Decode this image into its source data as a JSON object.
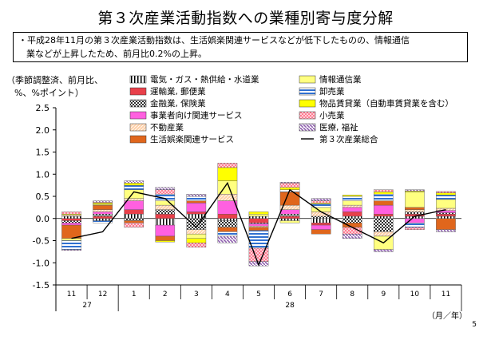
{
  "title": "第３次産業活動指数への業種別寄与度分解",
  "note": {
    "line1": "・平成28年11月の第３次産業活動指数は、生活娯楽関連サービスなどが低下したものの、情報通信",
    "line2": "業などが上昇したため、前月比0.2%の上昇。"
  },
  "unit_label": {
    "line1": "（季節調整済、前月比、",
    "line2": "%、%ポイント）"
  },
  "axis_unit": "（月／年）",
  "page_number": "5",
  "colors": {
    "electric": "#ffffff",
    "transport": "#e8404a",
    "finance": "#303030",
    "business": "#ff60e0",
    "realestate": "#ffd0a8",
    "entertainment": "#e0661c",
    "info": "#ffff80",
    "wholesale": "#3070d0",
    "goods_rental": "#ffff00",
    "retail": "#ff4060",
    "medical": "#9060b0",
    "line": "#000000",
    "axis": "#000000"
  },
  "chart_data": {
    "type": "bar",
    "stacked": true,
    "ylim": [
      -1.5,
      2.5
    ],
    "yticks": [
      "2.5",
      "2.0",
      "1.5",
      "1.0",
      "0.5",
      "0.0",
      "-0.5",
      "-1.0",
      "-1.5"
    ],
    "grid": false,
    "legend_position": "top",
    "categories": [
      "11",
      "12",
      "1",
      "2",
      "3",
      "4",
      "5",
      "6",
      "7",
      "8",
      "9",
      "10",
      "11"
    ],
    "year_labels": [
      {
        "label": "27",
        "start": 0,
        "end": 1
      },
      {
        "label": "28",
        "start": 2,
        "end": 12
      }
    ],
    "series": [
      {
        "name": "電気・ガス・熱供給・水道業",
        "key": "electric",
        "pattern": "vstripe",
        "values": [
          0.05,
          -0.05,
          0.1,
          -0.15,
          0.1,
          -0.05,
          0.05,
          -0.05,
          -0.1,
          0.05,
          0.05,
          0.05,
          0.05
        ]
      },
      {
        "name": "運輸業, 郵便業",
        "key": "transport",
        "pattern": "solid",
        "values": [
          -0.05,
          0.05,
          0.1,
          0.1,
          0.05,
          0.1,
          -0.1,
          0.05,
          -0.05,
          0.1,
          0.05,
          0.05,
          0.05
        ]
      },
      {
        "name": "金融業, 保険業",
        "key": "finance",
        "pattern": "check",
        "values": [
          -0.05,
          0.05,
          -0.05,
          0.1,
          -0.25,
          -0.15,
          -0.02,
          0.05,
          0.05,
          -0.1,
          -0.3,
          0.05,
          0.03
        ]
      },
      {
        "name": "事業者向け関連サービス",
        "key": "business",
        "pattern": "solid",
        "values": [
          -0.05,
          0.05,
          0.2,
          -0.25,
          0.2,
          0.3,
          -0.05,
          0.1,
          -0.1,
          0.1,
          0.2,
          -0.1,
          0.05
        ]
      },
      {
        "name": "不動産業",
        "key": "realestate",
        "pattern": "diag",
        "values": [
          0.03,
          0.05,
          0.05,
          0.1,
          -0.1,
          0.15,
          -0.03,
          0.1,
          0.1,
          0.05,
          -0.1,
          0.05,
          0.05
        ]
      },
      {
        "name": "生活娯楽関連サービス",
        "key": "entertainment",
        "pattern": "solid",
        "values": [
          -0.3,
          0.1,
          -0.05,
          -0.1,
          0.05,
          -0.1,
          -0.07,
          0.3,
          -0.1,
          -0.1,
          0.1,
          0.05,
          -0.25
        ]
      },
      {
        "name": "情報通信業",
        "key": "info",
        "pattern": "solid",
        "values": [
          -0.05,
          0.02,
          0.2,
          0.1,
          -0.1,
          0.3,
          0.05,
          -0.05,
          0.1,
          0.1,
          -0.3,
          0.35,
          0.2
        ]
      },
      {
        "name": "卸売業",
        "key": "wholesale",
        "pattern": "hstripe",
        "values": [
          -0.2,
          -0.05,
          0.1,
          0.15,
          0.1,
          -0.1,
          -0.4,
          0.05,
          0.08,
          0.1,
          0.15,
          -0.1,
          0.1
        ]
      },
      {
        "name": "物品賃貸業（自動車賃貸業を含む）",
        "key": "goods_rental",
        "pattern": "solid",
        "values": [
          0.02,
          0.03,
          0.05,
          -0.03,
          -0.1,
          0.3,
          0.05,
          0.05,
          0.02,
          0.03,
          0.05,
          0.02,
          0.05
        ]
      },
      {
        "name": "小売業",
        "key": "retail",
        "pattern": "dots",
        "values": [
          0.05,
          0.02,
          -0.1,
          0.1,
          -0.1,
          0.1,
          -0.3,
          0.1,
          0.05,
          -0.15,
          0.05,
          -0.05,
          0.03
        ]
      },
      {
        "name": "医療, 福祉",
        "key": "medical",
        "pattern": "diag2",
        "values": [
          -0.02,
          0.03,
          0.05,
          0.05,
          0.05,
          -0.15,
          -0.1,
          0.02,
          0.05,
          -0.1,
          -0.05,
          0.03,
          -0.05
        ]
      }
    ],
    "line": {
      "name": "第３次産業総合",
      "values": [
        -0.45,
        -0.3,
        0.6,
        0.45,
        -0.2,
        0.8,
        -1.05,
        0.65,
        0.15,
        -0.2,
        -0.55,
        0.05,
        0.2
      ]
    }
  }
}
